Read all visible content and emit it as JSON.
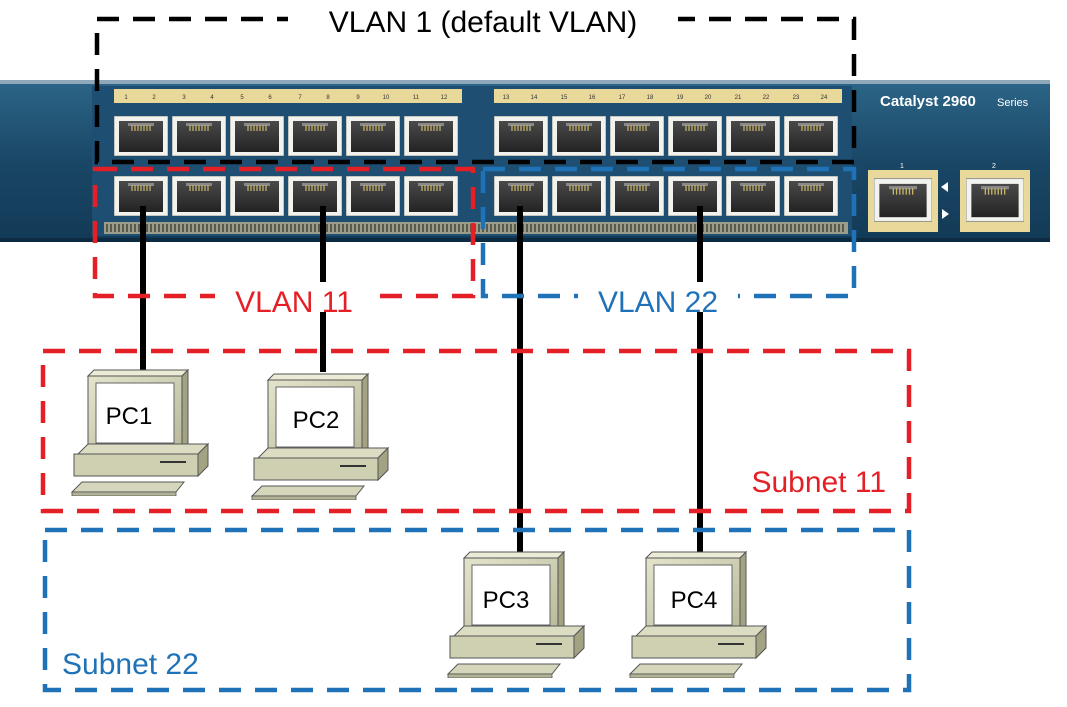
{
  "switch": {
    "model_label": "Catalyst 2960",
    "series_label": "Series",
    "port_numbers": [
      "1",
      "2",
      "3",
      "4",
      "5",
      "6",
      "7",
      "8",
      "9",
      "10",
      "11",
      "12",
      "13",
      "14",
      "15",
      "16",
      "17",
      "18",
      "19",
      "20",
      "21",
      "22",
      "23",
      "24"
    ],
    "uplink_numbers": [
      "1",
      "2"
    ]
  },
  "vlans": {
    "default": "VLAN 1 (default VLAN)",
    "vlan11": "VLAN 11",
    "vlan22": "VLAN 22"
  },
  "subnets": {
    "subnet11": "Subnet 11",
    "subnet22": "Subnet 22"
  },
  "pcs": [
    "PC1",
    "PC2",
    "PC3",
    "PC4"
  ],
  "colors": {
    "red": "#e41f26",
    "blue": "#1f72b8",
    "black": "#000000",
    "chassis": "#1c4a6b",
    "pc_body": "#d3d3b6"
  }
}
